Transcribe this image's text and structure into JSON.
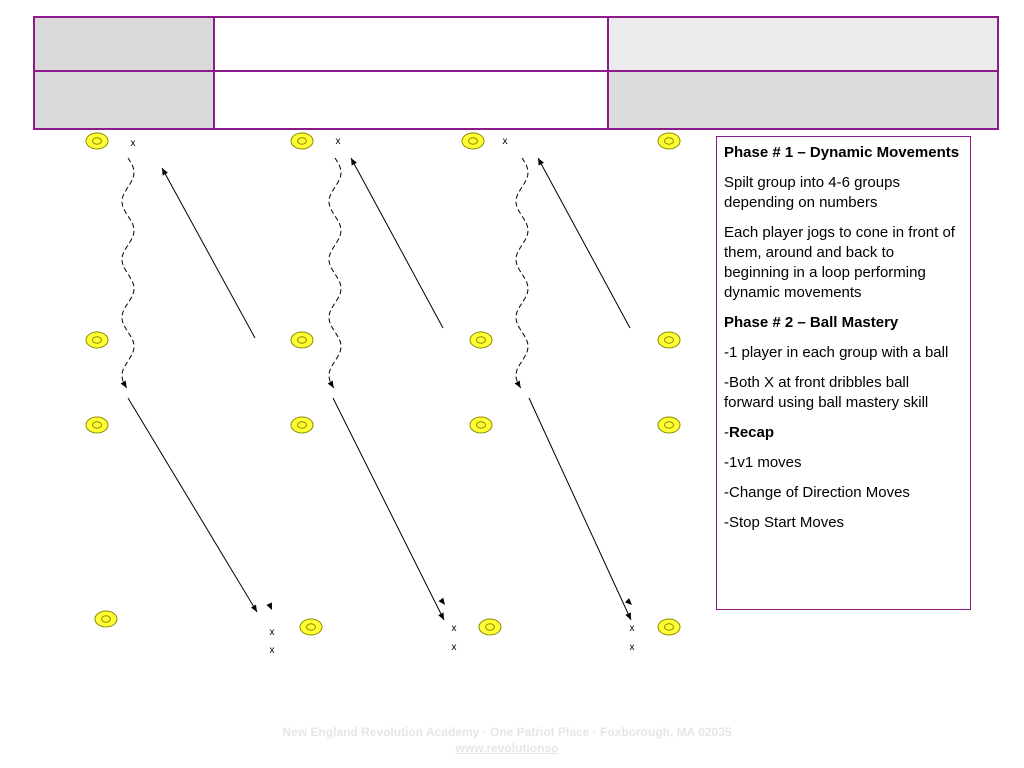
{
  "header_table": {
    "rows": [
      [
        "",
        "",
        ""
      ],
      [
        "",
        "",
        ""
      ]
    ]
  },
  "notes": {
    "phase1_title": "Phase # 1 – Dynamic Movements",
    "phase1_line1": "Spilt group into 4-6 groups depending on numbers",
    "phase1_line2": "Each player jogs to cone in front of them, around and back to beginning in a loop performing dynamic movements",
    "phase2_title": "Phase # 2 – Ball Mastery",
    "phase2_line1": "-1 player in each group with a ball",
    "phase2_line2": "-Both X at front dribbles ball forward using ball mastery skill",
    "recap_prefix": "-",
    "recap_label": "Recap",
    "recap_items": [
      "-1v1 moves",
      "-Change of Direction Moves",
      "-Stop Start Moves"
    ]
  },
  "diagram": {
    "player_marker": "x",
    "cone_color": "#ffff33",
    "cone_stroke": "#8a8a00",
    "line_color": "#000000"
  },
  "footer": {
    "line1": "New England Revolution Academy · One Patriot Place · Foxborough, MA 02035",
    "link": "www.revolutionso"
  }
}
